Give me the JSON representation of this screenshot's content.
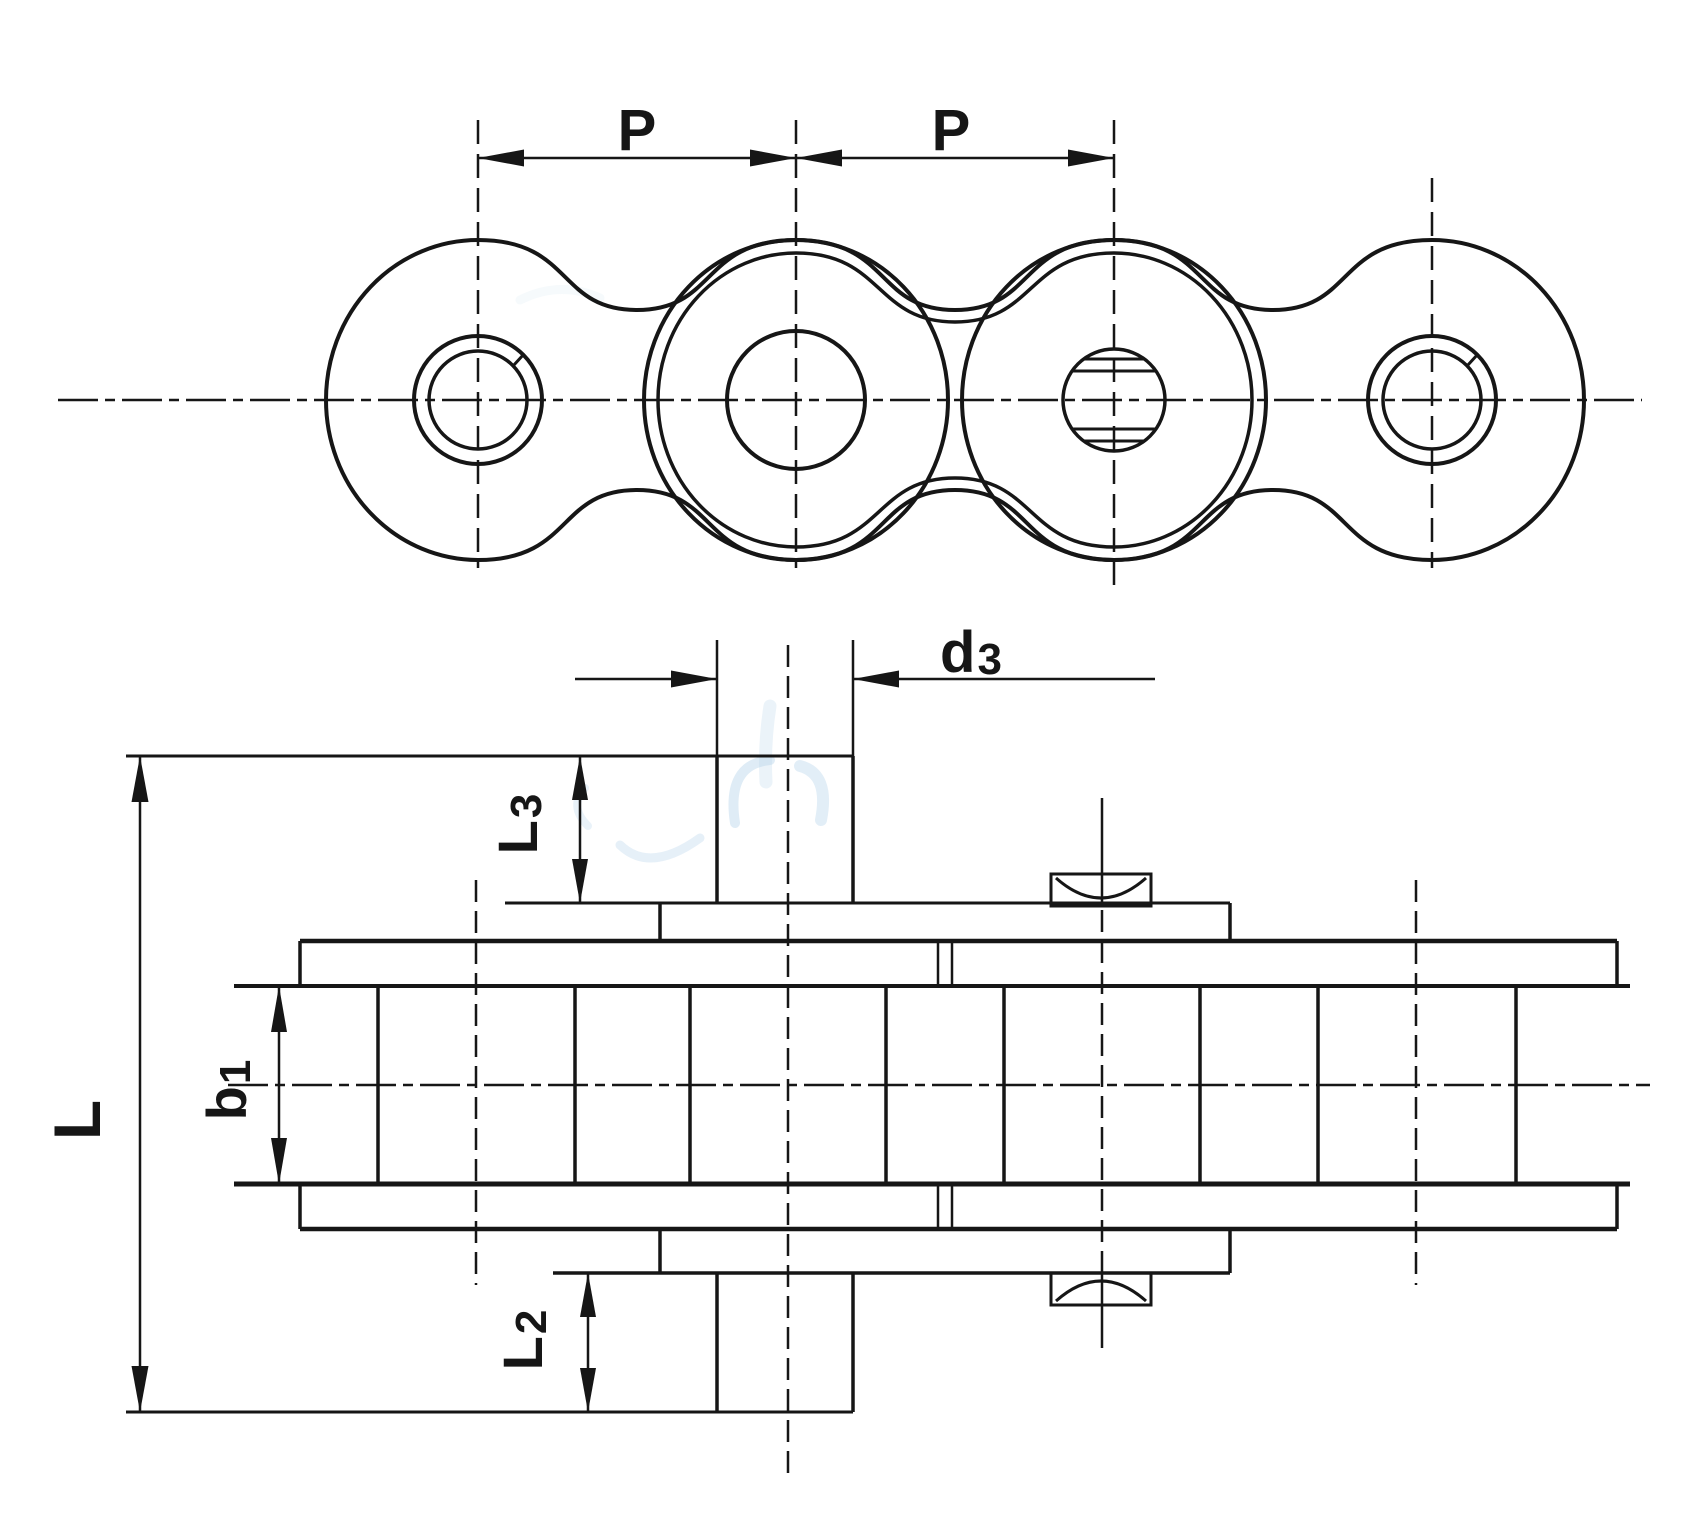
{
  "colors": {
    "ink": "#161616",
    "watermark": "#b7d4ea",
    "background": "#ffffff"
  },
  "drawing": {
    "type": "roller-chain engineering drawing, two orthographic views",
    "labels": {
      "pitch_left": {
        "base": "P",
        "sub": ""
      },
      "pitch_right": {
        "base": "P",
        "sub": ""
      },
      "pin_diameter": {
        "base": "d",
        "sub": "3"
      },
      "pin_length": {
        "base": "L",
        "sub": ""
      },
      "protrusion_top": {
        "base": "L",
        "sub": "3"
      },
      "protrusion_bottom": {
        "base": "L",
        "sub": "2"
      },
      "inner_width": {
        "base": "b",
        "sub": "1"
      }
    }
  }
}
